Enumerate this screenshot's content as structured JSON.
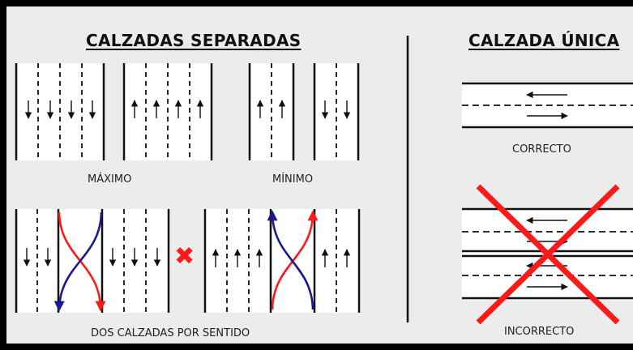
{
  "left_section": {
    "title": "CALZADAS SEPARADAS",
    "label_max": "MÁXIMO",
    "label_min": "MÍNIMO",
    "label_bottom": "DOS CALZADAS POR SENTIDO",
    "cross_symbol": "✖"
  },
  "right_section": {
    "title": "CALZADA ÚNICA",
    "label_correct": "CORRECTO",
    "label_incorrect": "INCORRECTO"
  },
  "colors": {
    "frame": "#000000",
    "background": "#ececec",
    "road": "#ffffff",
    "red": "#ff1a1a",
    "blue": "#1a1a8c"
  }
}
